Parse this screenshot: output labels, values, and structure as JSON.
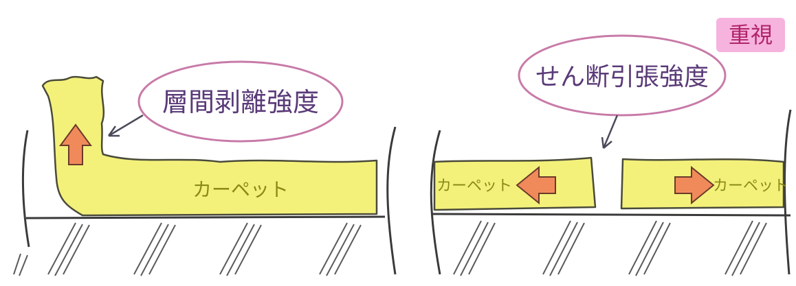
{
  "left_panel": {
    "bubble_label": "層間剥離強度",
    "carpet_label": "カーペット"
  },
  "right_panel": {
    "badge_label": "重視",
    "bubble_label": "せん断引張強度",
    "carpet_left_label": "カーペット",
    "carpet_right_label": "カーペット"
  },
  "colors": {
    "carpet_fill": "#f3f17a",
    "arrow_fill": "#f08a5a",
    "bubble_stroke": "#c87aa8",
    "badge_fill": "#f4a6d8",
    "ink": "#3a3a3a"
  }
}
